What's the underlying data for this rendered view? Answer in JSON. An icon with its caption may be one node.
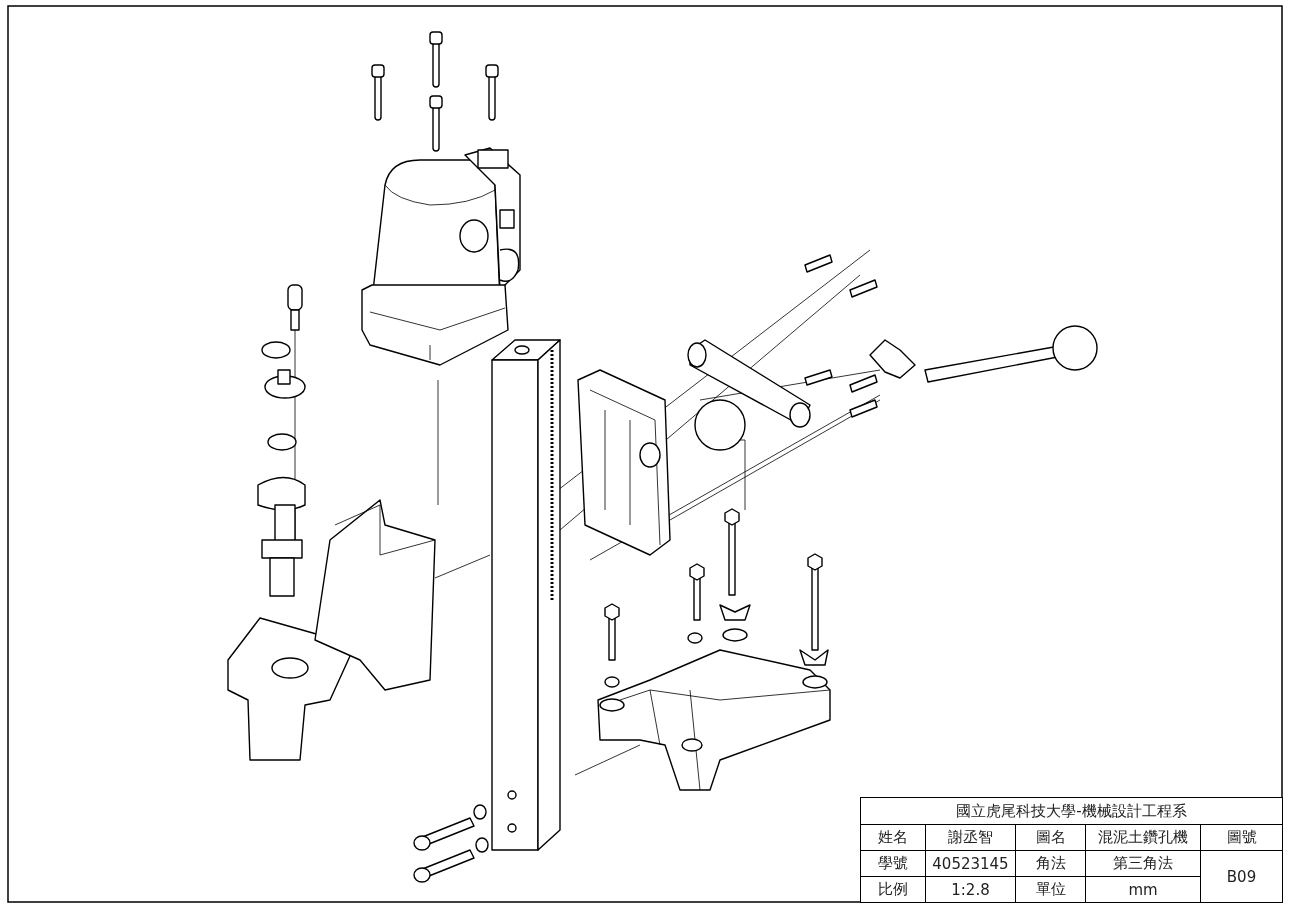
{
  "diagram": {
    "labels": [
      "國立虎尾科技大學-機械設計工程系",
      "姓名",
      "謝丞智",
      "圖名",
      "混泥土鑽孔機",
      "圖號",
      "學號",
      "40523145",
      "角法",
      "第三角法",
      "B09",
      "比例",
      "1:2.8",
      "單位",
      "mm"
    ]
  }
}
